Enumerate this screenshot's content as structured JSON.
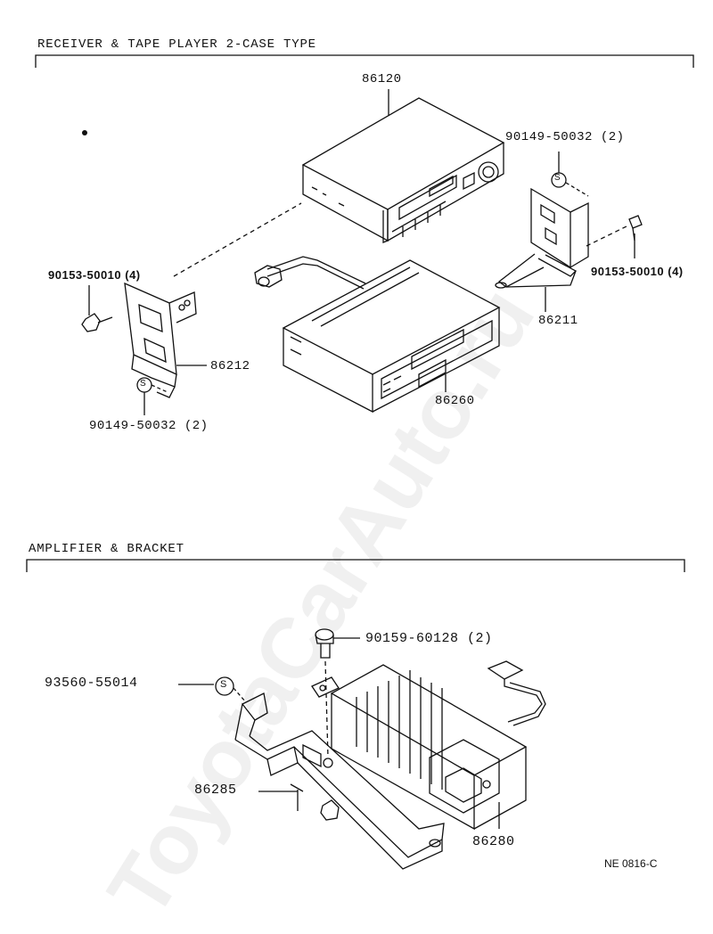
{
  "sections": {
    "top": "RECEIVER & TAPE PLAYER 2-CASE TYPE",
    "bottom": "AMPLIFIER & BRACKET"
  },
  "parts": {
    "p86120": "86120",
    "p90149_tr": "90149-50032 (2)",
    "p90153_l": "90153-50010 (4)",
    "p90153_r": "90153-50010 (4)",
    "p86211": "86211",
    "p86212": "86212",
    "p86260": "86260",
    "p90149_bl": "90149-50032 (2)",
    "p90159": "90159-60128 (2)",
    "p93560": "93560-55014",
    "p86285": "86285",
    "p86280": "86280"
  },
  "washer_symbol": "S",
  "figure_code": "NE 0816-C",
  "watermark": "ToyotaCarAuto.ru"
}
